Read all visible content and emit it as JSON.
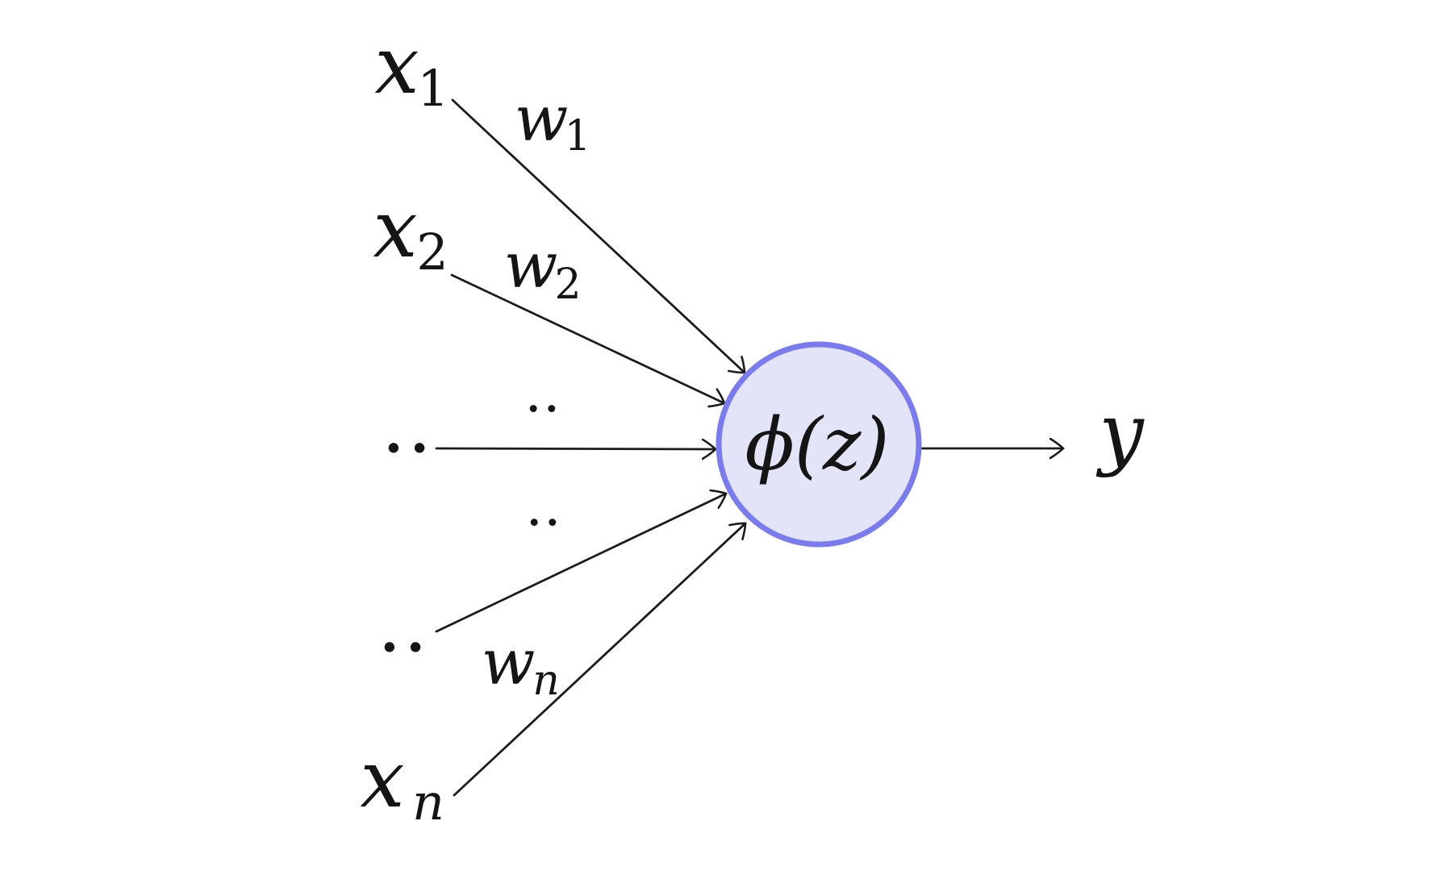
{
  "colors": {
    "node_fill": "#e4e4f8",
    "node_stroke": "#7b7bf0",
    "line_color": "#1c1c1c",
    "text_color": "#151515"
  },
  "node": {
    "label": "ϕ(z)"
  },
  "output": {
    "label": "y"
  },
  "inputs": {
    "x1": {
      "base": "x",
      "sub": "1"
    },
    "x2": {
      "base": "x",
      "sub": "2"
    },
    "ellipsis_mid": "..",
    "ellipsis_lower": "..",
    "xn": {
      "base": "x",
      "sub": "n"
    }
  },
  "weights": {
    "w1": {
      "base": "w",
      "sub": "1"
    },
    "w2": {
      "base": "w",
      "sub": "2"
    },
    "ellipsis_upper": "..",
    "ellipsis_lower": "..",
    "wn": {
      "base": "w",
      "sub": "n"
    }
  }
}
